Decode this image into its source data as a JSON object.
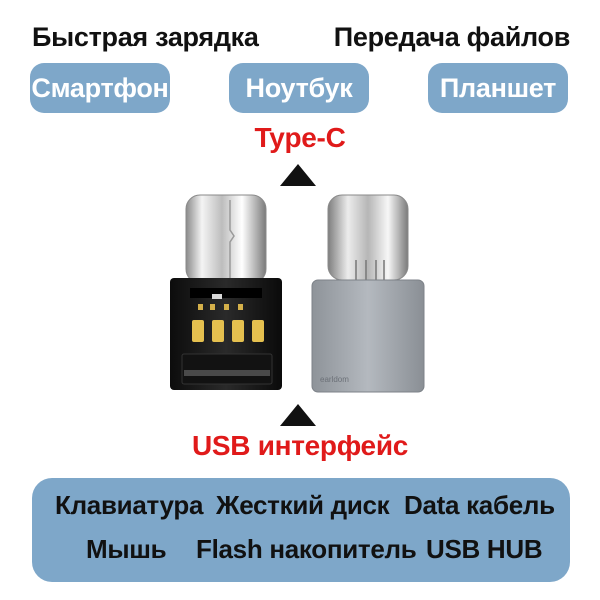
{
  "header": {
    "fast_charge": "Быстрая зарядка",
    "file_transfer": "Передача файлов"
  },
  "devices": {
    "smartphone": "Смартфон",
    "laptop": "Ноутбук",
    "tablet": "Планшет"
  },
  "connectors": {
    "type_c": "Type-C",
    "usb": "USB интерфейс"
  },
  "product": {
    "brand_engraving": "earldom"
  },
  "interfaces": {
    "keyboard": "Клавиатура",
    "hard_drive": "Жесткий диск",
    "data_cable": "Data кабель",
    "mouse": "Мышь",
    "flash_drive": "Flash накопитель",
    "usb_hub": "USB HUB"
  },
  "colors": {
    "pill_blue": "#7ea7c9",
    "accent_red": "#e01a1a",
    "text_dark": "#111111"
  }
}
